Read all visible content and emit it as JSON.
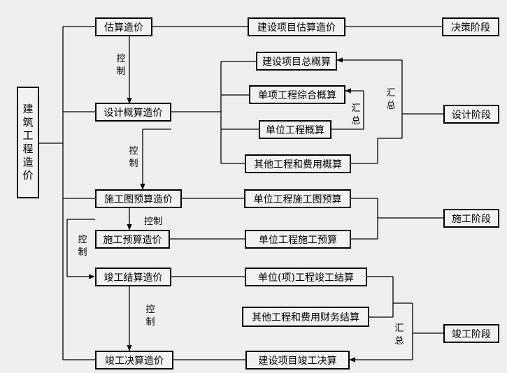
{
  "root": "建筑工程造价",
  "cost_boxes": {
    "estimate": "估算造价",
    "design_budget": "设计概算造价",
    "construction_drawing": "施工图预算造价",
    "construction_budget": "施工预算造价",
    "completion_settlement": "竣工结算造价",
    "completion_final": "竣工决算造价"
  },
  "detail_boxes": {
    "project_estimate": "建设项目估算造价",
    "project_total_budget": "建设项目总概算",
    "single_item_budget": "单项工程综合概算",
    "unit_budget": "单位工程概算",
    "other_budget": "其他工程和费用概算",
    "unit_drawing_budget": "单位工程施工图预算",
    "unit_construction_budget": "单位工程施工预算",
    "unit_completion_settlement": "单位(项)工程竣工结算",
    "other_financial_settlement": "其他工程和费用财务结算",
    "project_final_account": "建设项目竣工决算"
  },
  "stages": {
    "decision": "决策阶段",
    "design": "设计阶段",
    "construction": "施工阶段",
    "completion": "竣工阶段"
  },
  "labels": {
    "control": "控制",
    "summary": "汇总"
  }
}
